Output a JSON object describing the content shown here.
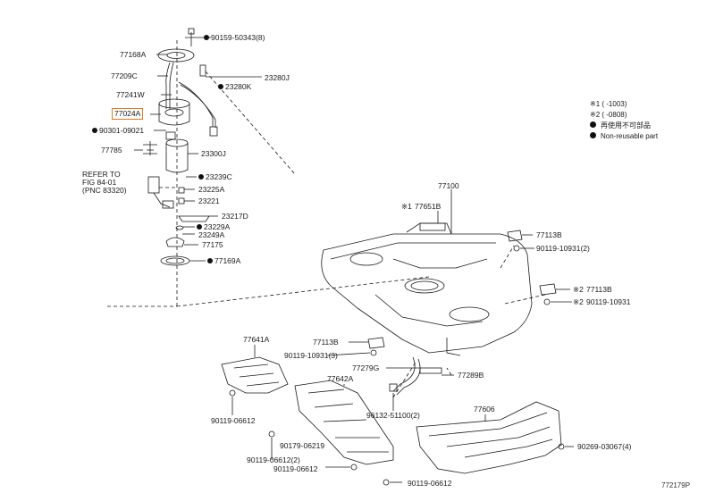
{
  "parts": {
    "p90159": "90159-50343(8)",
    "p77168a": "77168A",
    "p77209c": "77209C",
    "p23280j": "23280J",
    "p23280k": "23280K",
    "p77241w": "77241W",
    "p77024a": "77024A",
    "p90301": "90301-09021",
    "p77785": "77785",
    "p23300j": "23300J",
    "p23239c": "23239C",
    "p23225a": "23225A",
    "p23221": "23221",
    "p23217d": "23217D",
    "p23229a": "23229A",
    "p23249a": "23249A",
    "p77175": "77175",
    "p77169a": "77169A",
    "p77100": "77100",
    "p77651b": "77651B",
    "p77113b_r": "77113B",
    "p90119_10931_2": "90119-10931(2)",
    "p77113b_r2": "77113B",
    "p90119_10931_r2": "90119-10931",
    "p77641a": "77641A",
    "p77113b_c": "77113B",
    "p90119_10931_3": "90119-10931(3)",
    "p77279g": "77279G",
    "p77289b": "77289B",
    "p77642a": "77642A",
    "p96132": "96132-51100(2)",
    "p90119_06612_a": "90119-06612",
    "p90179": "90179-06219",
    "p90119_06612_2": "90119-06612(2)",
    "p90119_06612_b": "90119-06612",
    "p90119_06612_c": "90119-06612",
    "p77606": "77606",
    "p90269": "90269-03067(4)"
  },
  "marks": {
    "ref1": "※1",
    "ref2": "※2",
    "star1": "※1",
    "star2a": "※2",
    "star2b": "※2"
  },
  "refer": {
    "line1": "REFER TO",
    "line2": "FIG 84-01",
    "line3": "(PNC 83320)"
  },
  "legend": {
    "note1": "※1 (      -1003)",
    "note2": "※2 (      -0808)",
    "nonreusable_jp": "再使用不可部品",
    "nonreusable_en": "Non-reusable part"
  },
  "illustration_code": "772179P",
  "colors": {
    "highlight": "#e07a1f",
    "line": "#1a1a1a"
  }
}
